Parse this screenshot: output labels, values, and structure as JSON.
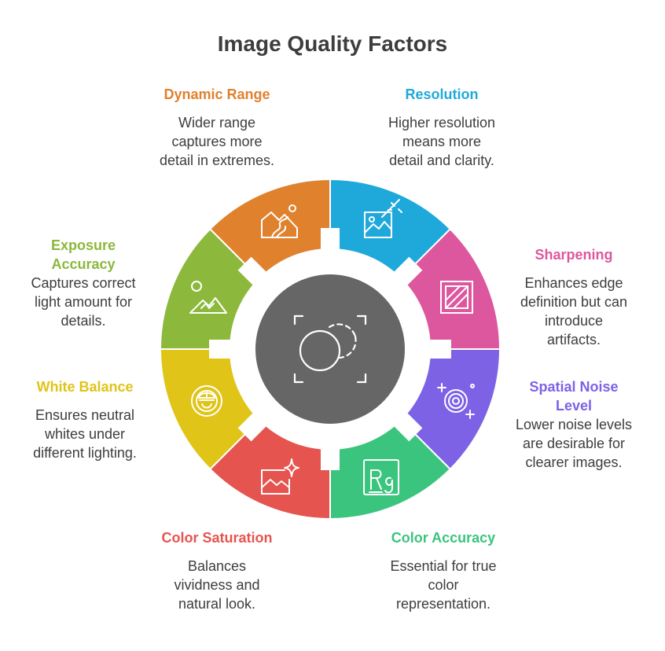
{
  "title": "Image Quality Factors",
  "colors": {
    "dynamic_range": "#E0812D",
    "resolution": "#1FA9DB",
    "sharpening": "#DD579E",
    "spatial_noise": "#7D62E6",
    "color_accuracy": "#3BC47E",
    "color_saturation": "#E5544F",
    "white_balance": "#E0C417",
    "exposure": "#8CB83C",
    "center": "#666666"
  },
  "factors": {
    "dynamic_range": {
      "title": "Dynamic Range",
      "lines": [
        "Wider range",
        "captures more",
        "detail in extremes."
      ],
      "icon": "landscape-road-icon"
    },
    "resolution": {
      "title": "Resolution",
      "lines": [
        "Higher resolution",
        "means more",
        "detail and clarity."
      ],
      "icon": "image-magic-icon"
    },
    "sharpening": {
      "title": "Sharpening",
      "lines": [
        "Enhances edge",
        "definition but can",
        "introduce",
        "artifacts."
      ],
      "icon": "hatched-square-icon"
    },
    "spatial_noise": {
      "title": "Spatial Noise",
      "title2": "Level",
      "lines": [
        "Lower noise levels",
        "are desirable for",
        "clearer images."
      ],
      "icon": "target-sparkle-icon"
    },
    "color_accuracy": {
      "title": "Color Accuracy",
      "lines": [
        "Essential for true",
        "color",
        "representation."
      ],
      "icon": "rg-symbol-icon"
    },
    "color_saturation": {
      "title": "Color Saturation",
      "lines": [
        "Balances",
        "vividness and",
        "natural look."
      ],
      "icon": "image-sparkle-icon"
    },
    "white_balance": {
      "title": "White Balance",
      "lines": [
        "Ensures neutral",
        "whites under",
        "different lighting."
      ],
      "icon": "worker-gear-icon"
    },
    "exposure": {
      "title": "Exposure",
      "title2": "Accuracy",
      "lines": [
        "Captures correct",
        "light amount for",
        "details."
      ],
      "icon": "mountain-sun-icon"
    }
  }
}
